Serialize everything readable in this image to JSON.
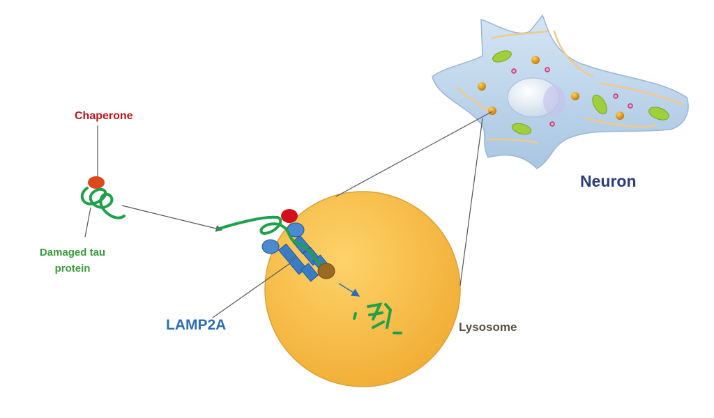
{
  "labels": {
    "chaperone": "Chaperone",
    "tau_line1": "Damaged tau",
    "tau_line2": "protein",
    "lamp2a": "LAMP2A",
    "lysosome": "Lysosome",
    "neuron": "Neuron"
  },
  "colors": {
    "chaperone": "#c0141c",
    "tau": "#1fa04a",
    "lamp2a": "#2e6db4",
    "lysosome": "#f7c04a",
    "neuron": "#bcd4ea"
  }
}
